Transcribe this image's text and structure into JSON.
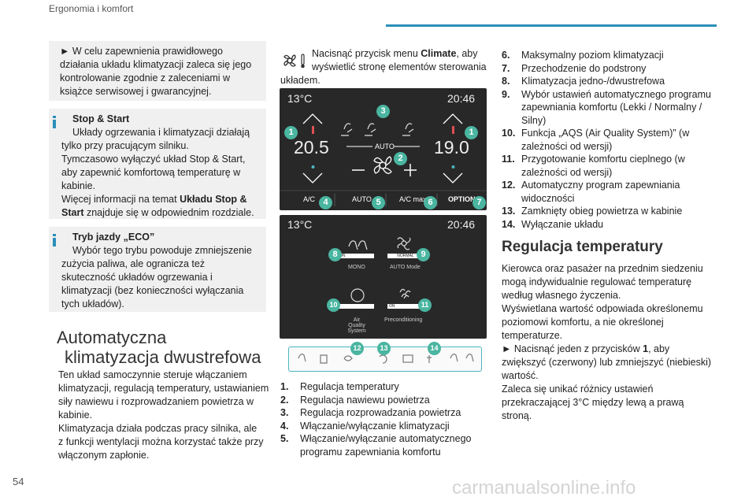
{
  "header": {
    "section": "Ergonomia i komfort",
    "page_number": "54"
  },
  "watermark": "carmanualsonline.info",
  "box1": {
    "lines": [
      "► W celu zapewnienia prawidłowego",
      "działania układu klimatyzacji zaleca się jego",
      "kontrolowanie zgodnie z zaleceniami w",
      "książce serwisowej i gwarancyjnej."
    ]
  },
  "box2": {
    "title": "Stop & Start",
    "lines": [
      "Układy ogrzewania i klimatyzacji działają",
      "tylko przy pracującym silniku.",
      "Tymczasowo wyłączyć układ Stop & Start,",
      "aby zapewnić komfortową temperaturę w",
      "kabinie.",
      "Więcej informacji na temat "
    ],
    "bold1": "Układu Stop &",
    "bold2": "Start",
    "tail": " znajduje się w odpowiednim rozdziale."
  },
  "box3": {
    "title": "Tryb jazdy „ECO”",
    "lines": [
      "Wybór tego trybu powoduje zmniejszenie",
      "zużycia paliwa, ale ogranicza też",
      "skuteczność układów ogrzewania i",
      "klimatyzacji (bez konieczności wyłączania",
      "tych układów)."
    ]
  },
  "heading1": {
    "l1": "Automatyczna",
    "l2": "klimatyzacja dwustrefowa"
  },
  "para1": [
    "Ten układ samoczynnie steruje włączaniem",
    "klimatyzacji, regulacją temperatury, ustawianiem",
    "siły nawiewu i rozprowadzaniem powietrza w",
    "kabinie.",
    "Klimatyzacja działa podczas pracy silnika, ale",
    "z funkcji wentylacji można korzystać także przy",
    "włączonym zapłonie."
  ],
  "intro": {
    "pre": "Nacisnąć przycisk menu ",
    "bold": "Climate",
    "post": ", aby",
    "l2": "wyświetlić stronę elementów sterowania",
    "l3": "układem."
  },
  "screen1": {
    "outside": "13°C",
    "time": "20:46",
    "left_temp": "20.5",
    "right_temp": "19.0",
    "auto": "AUTO",
    "bottom": [
      "A/C",
      "AUTO",
      "A/C max",
      "OPTIONS"
    ]
  },
  "screen2": {
    "outside": "13°C",
    "time": "20:46",
    "mono": "MONO",
    "auto_mode": "AUTO Mode",
    "aqs1": "Air Quality",
    "aqs2": "System",
    "precond": "Preconditioning",
    "on": "ON",
    "normal": "NORMAL"
  },
  "callouts": [
    "1",
    "1",
    "2",
    "3",
    "4",
    "5",
    "6",
    "7",
    "8",
    "9",
    "10",
    "11",
    "12",
    "13",
    "14"
  ],
  "list": [
    {
      "n": "1.",
      "t": "Regulacja temperatury"
    },
    {
      "n": "2.",
      "t": "Regulacja nawiewu powietrza"
    },
    {
      "n": "3.",
      "t": "Regulacja rozprowadzania powietrza"
    },
    {
      "n": "4.",
      "t": "Włączanie/wyłączanie klimatyzacji"
    },
    {
      "n": "5.",
      "t": "Włączanie/wyłączanie automatycznego",
      "t2": "programu zapewniania komfortu"
    },
    {
      "n": "6.",
      "t": "Maksymalny poziom klimatyzacji"
    },
    {
      "n": "7.",
      "t": "Przechodzenie do podstrony"
    },
    {
      "n": "8.",
      "t": "Klimatyzacja jedno-/dwustrefowa"
    },
    {
      "n": "9.",
      "t": "Wybór ustawień automatycznego programu",
      "t2": "zapewniania komfortu (Lekki / Normalny /",
      "t3": "Silny)"
    },
    {
      "n": "10.",
      "t": "Funkcja „AQS (Air Quality System)” (w",
      "t2": "zależności od wersji)"
    },
    {
      "n": "11.",
      "t": "Przygotowanie komfortu cieplnego (w",
      "t2": "zależności od wersji)"
    },
    {
      "n": "12.",
      "t": "Automatyczny program zapewniania",
      "t2": "widoczności"
    },
    {
      "n": "13.",
      "t": "Zamknięty obieg powietrza w kabinie"
    },
    {
      "n": "14.",
      "t": "Wyłączanie układu"
    }
  ],
  "heading2": "Regulacja temperatury",
  "para2": [
    "Kierowca oraz pasażer na przednim siedzeniu",
    "mogą indywidualnie regulować temperaturę",
    "według własnego życzenia.",
    "Wyświetlana wartość odpowiada określonemu",
    "poziomowi komfortu, a nie określonej",
    "temperaturze."
  ],
  "para3": {
    "pre": "► Nacisnąć jeden z przycisków ",
    "bold": "1",
    "post": ", aby",
    "lines": [
      "zwiększyć (czerwony) lub zmniejszyć (niebieski)",
      "wartość.",
      "Zaleca się unikać różnicy ustawień",
      "przekraczającej 3°C między lewą a prawą",
      "stroną."
    ]
  },
  "colors": {
    "accent": "#2a8fb8",
    "callout": "#4ab5a0",
    "screen": "#282828",
    "red": "#e05050",
    "blue": "#4a9fe0"
  }
}
